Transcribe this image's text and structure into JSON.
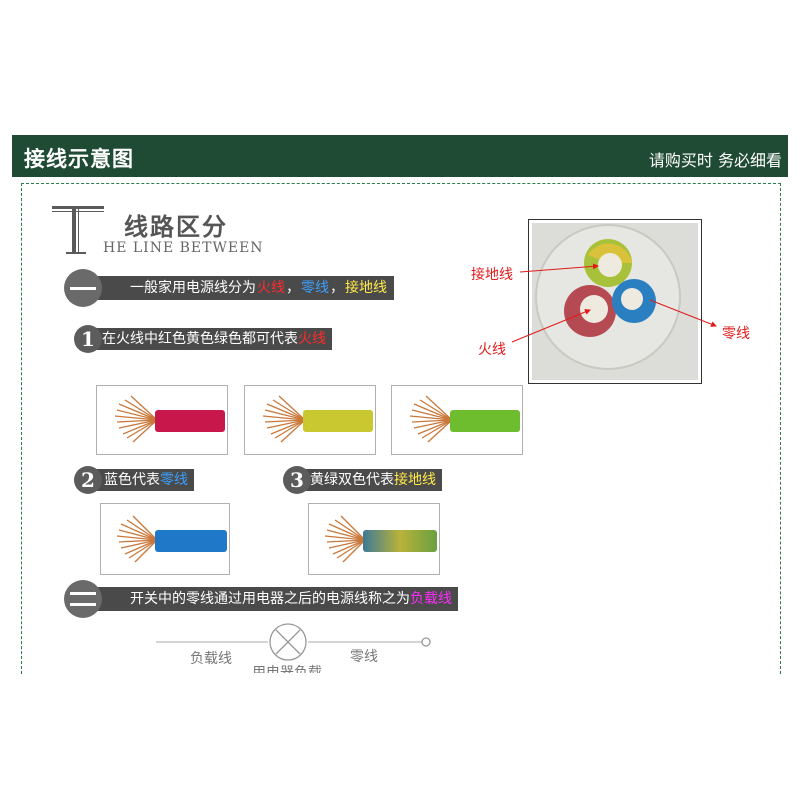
{
  "header": {
    "title": "接线示意图",
    "notice": "请购买时 务必细看"
  },
  "title_block": {
    "letter": "T",
    "cn": "线路区分",
    "en": "HE LINE BETWEEN"
  },
  "section1": {
    "text_prefix": "一般家用电源线分为",
    "live": "火线",
    "sep1": "，",
    "neutral": "零线",
    "sep2": "，",
    "ground": "接地线"
  },
  "item1": {
    "number": "1",
    "text_prefix": "在火线中红色黄色绿色都可代表",
    "highlight": "火线"
  },
  "item2": {
    "number": "2",
    "text_prefix": "蓝色代表",
    "highlight": "零线"
  },
  "item3": {
    "number": "3",
    "text_prefix": "黄绿双色代表",
    "highlight": "接地线"
  },
  "section2": {
    "text_prefix": "开关中的零线通过用电器之后的电源线称之为",
    "highlight": "负载线"
  },
  "cable_labels": {
    "ground": "接地线",
    "live": "火线",
    "neutral": "零线"
  },
  "diagram": {
    "load_line": "负载线",
    "neutral_line": "零线",
    "appliance": "用电器负载"
  },
  "colors": {
    "header_bg": "#1f4a33",
    "wire_red": "#c8174a",
    "wire_yellow": "#c9c830",
    "wire_green": "#6dbd2f",
    "wire_blue": "#1f78c8",
    "label_red": "#e01b1b"
  }
}
